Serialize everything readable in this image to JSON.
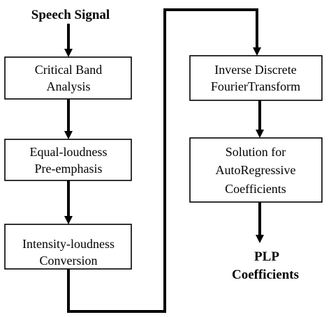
{
  "title": "Speech Signal",
  "output": {
    "line1": "PLP",
    "line2": "Coefficients"
  },
  "boxes": [
    {
      "id": "critical-band",
      "lines": [
        "Critical Band",
        "Analysis"
      ]
    },
    {
      "id": "equal-loudness",
      "lines": [
        "Equal-loudness",
        "Pre-emphasis"
      ]
    },
    {
      "id": "intensity-loudness",
      "lines": [
        "Intensity-loudness",
        "Conversion"
      ]
    },
    {
      "id": "inverse-dft",
      "lines": [
        "Inverse Discrete",
        "FourierTransform"
      ]
    },
    {
      "id": "autoregressive",
      "lines": [
        "Solution for",
        "AutoRegressive",
        "Coefficients"
      ]
    }
  ]
}
